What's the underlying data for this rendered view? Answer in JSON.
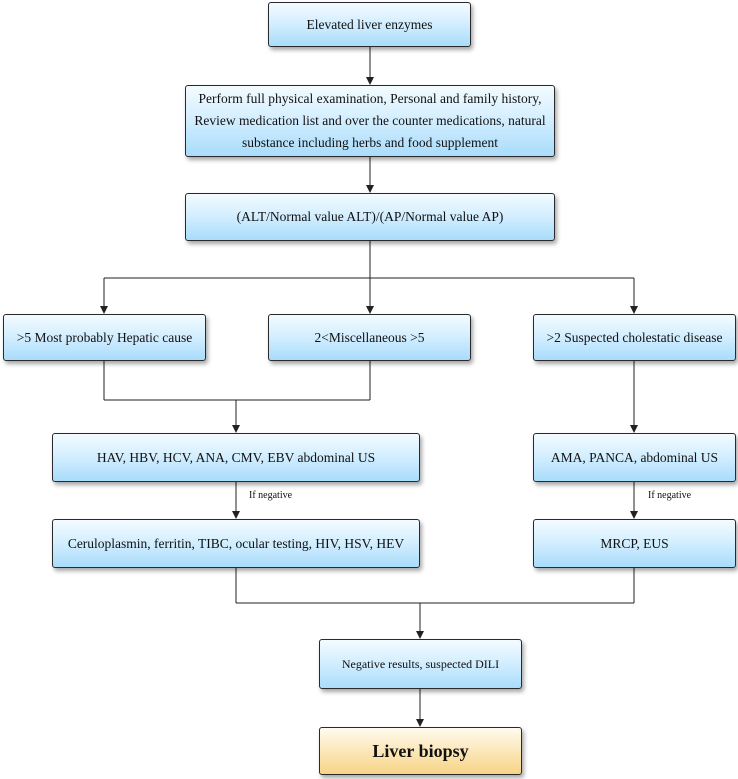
{
  "nodes": {
    "elevated": "Elevated liver enzymes",
    "exam": "Perform full physical examination, Personal and family history, Review medication list and over the counter medications, natural substance including herbs and food supplement",
    "ratio": "(ALT/Normal value ALT)/(AP/Normal value AP)",
    "hepatic": ">5 Most probably Hepatic cause",
    "misc": "2<Miscellaneous >5",
    "cholestatic": ">2 Suspected cholestatic disease",
    "hav": "HAV, HBV, HCV, ANA, CMV, EBV abdominal US",
    "ama": "AMA, PANCA, abdominal US",
    "cerulo": "Ceruloplasmin, ferritin, TIBC, ocular testing, HIV, HSV, HEV",
    "mrcp": "MRCP, EUS",
    "dili": "Negative results, suspected DILI",
    "biopsy": "Liver biopsy"
  },
  "edge_labels": {
    "left_if_negative": "If negative",
    "right_if_negative": "If negative"
  }
}
